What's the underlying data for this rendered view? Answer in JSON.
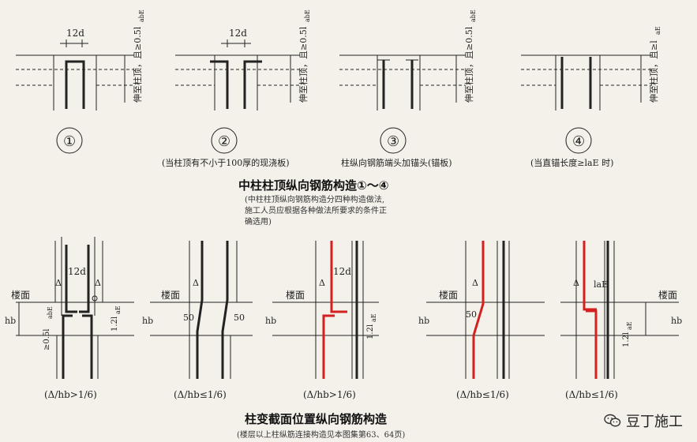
{
  "top": {
    "label_12d": "12d",
    "vert_label_a": "伸至柱顶，且≥0.5l",
    "vert_sub_abe": "abE",
    "vert_label_b": "伸至柱顶，且≥l",
    "vert_sub_ae": "aE",
    "items": [
      {
        "num": "①",
        "caption": ""
      },
      {
        "num": "②",
        "caption": "(当柱顶有不小于100厚的现浇板)"
      },
      {
        "num": "③",
        "caption": "柱纵向钢筋端头加锚头(锚板)"
      },
      {
        "num": "④",
        "caption": "(当直锚长度≥laE 时)"
      }
    ],
    "title": "中柱柱顶纵向钢筋构造①～④",
    "note_lines": [
      "(中柱柱顶纵向钢筋构造分四种构造做法,",
      "施工人员应根据各种做法所要求的条件正",
      "确选用)"
    ]
  },
  "bottom": {
    "floor": "楼面",
    "hb": "hb",
    "delta": "Δ",
    "fifty": "50",
    "label_12d": "12d",
    "v_05labe": "≥0.5l",
    "v_12lae": "1.2l",
    "sub_abe": "abE",
    "sub_ae": "aE",
    "lae": "laE",
    "captions": [
      "(Δ/hb>1/6)",
      "(Δ/hb≤1/6)",
      "(Δ/hb>1/6)",
      "(Δ/hb≤1/6)",
      "(Δ/hb≤1/6)"
    ],
    "title": "柱变截面位置纵向钢筋构造",
    "note": "(楼层以上柱纵筋连接构造见本图集第63、64页)"
  },
  "watermark": "豆丁施工",
  "colors": {
    "line": "#222222",
    "red": "#d42020",
    "bg": "#f4f1ea"
  }
}
